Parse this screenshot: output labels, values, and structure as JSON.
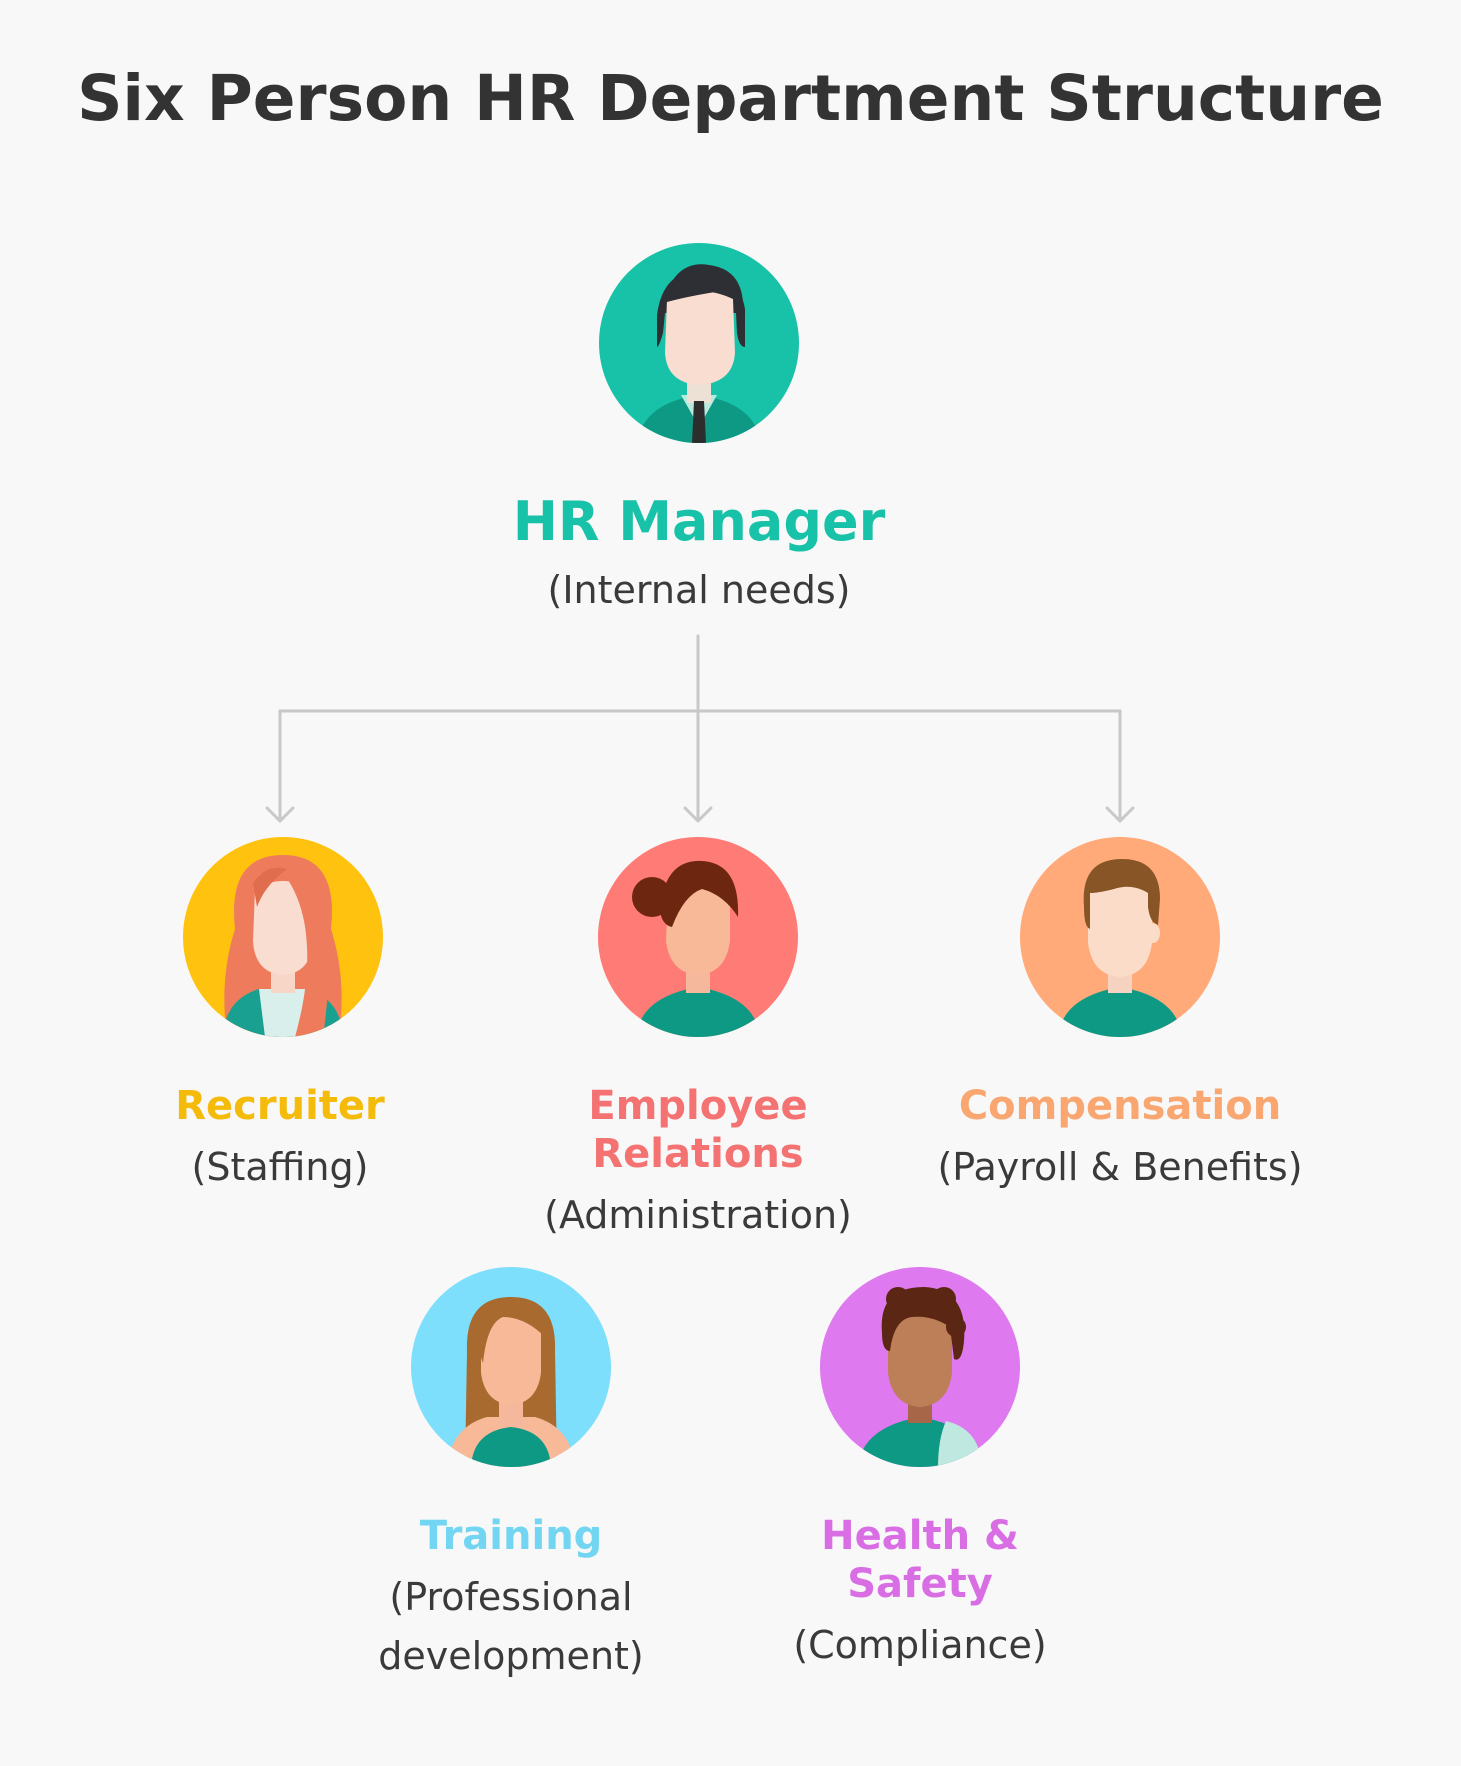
{
  "title": "Six Person HR Department Structure",
  "roles": {
    "manager": {
      "title": "HR Manager",
      "subtitle": "(Internal needs)",
      "color": "#18c2a8",
      "bg": "#18c2a8"
    },
    "recruiter": {
      "title": "Recruiter",
      "subtitle": "(Staffing)",
      "color": "#f5bb0b",
      "bg": "#ffc20e"
    },
    "employee_relations": {
      "title": "Employee Relations",
      "subtitle": "(Administration)",
      "color": "#f47272",
      "bg": "#ff7b76"
    },
    "compensation": {
      "title": "Compensation",
      "subtitle": "(Payroll & Benefits)",
      "color": "#f9a671",
      "bg": "#ffaa78"
    },
    "training": {
      "title": "Training",
      "subtitle_line1": "(Professional",
      "subtitle_line2": "development)",
      "color": "#72d6f2",
      "bg": "#7ddffb"
    },
    "health_safety": {
      "title": "Health & Safety",
      "subtitle": "(Compliance)",
      "color": "#d86de4",
      "bg": "#de79ef"
    }
  },
  "colors": {
    "background": "#f8f8f8",
    "connector": "#c8c8c8",
    "title_text": "#333333",
    "shirt_teal": "#0e9985"
  }
}
